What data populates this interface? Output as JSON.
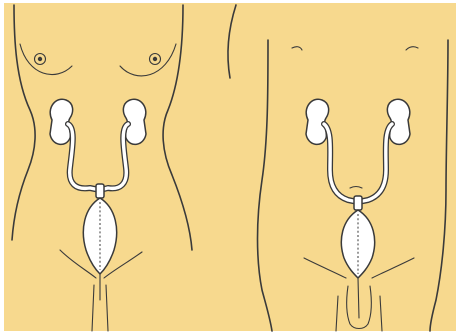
{
  "colors": {
    "background": "#f7d98e",
    "outline": "#3a3a3a",
    "organ_fill": "#ffffff"
  },
  "panels": [
    {
      "figure": "female-torso",
      "organs": [
        "kidneys",
        "ureters",
        "bladder-reservoir"
      ]
    },
    {
      "figure": "male-torso",
      "organs": [
        "kidneys",
        "ureters",
        "bladder-reservoir"
      ]
    }
  ]
}
